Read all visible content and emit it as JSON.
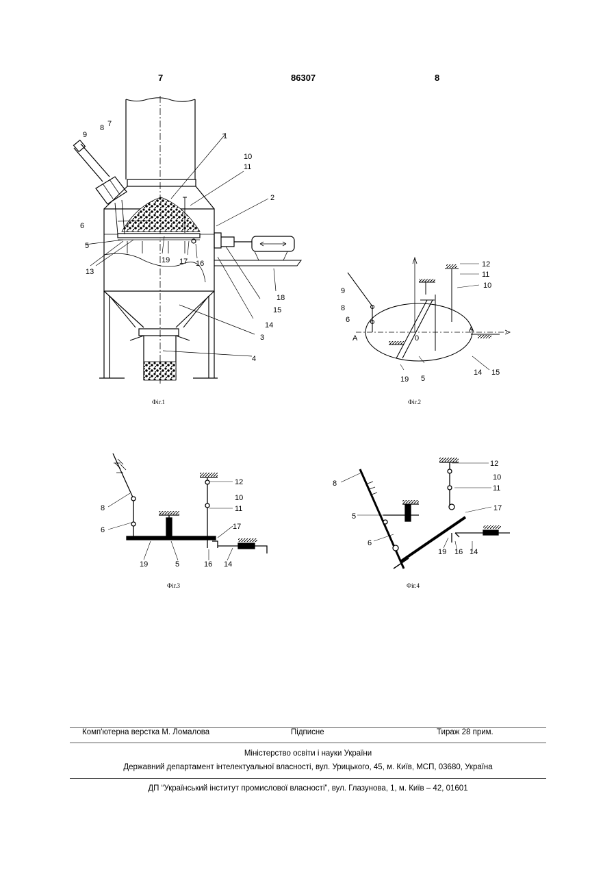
{
  "header": {
    "left_page": "7",
    "patent_number": "86307",
    "right_page": "8"
  },
  "figures": [
    {
      "caption": "Фіг.1",
      "labels": [
        "1",
        "2",
        "3",
        "4",
        "5",
        "6",
        "7",
        "8",
        "9",
        "10",
        "11",
        "13",
        "14",
        "15",
        "16",
        "17",
        "18",
        "19"
      ]
    },
    {
      "caption": "Фіг.2",
      "labels": [
        "5",
        "6",
        "8",
        "9",
        "10",
        "11",
        "12",
        "14",
        "15",
        "19",
        "A",
        "A",
        "0"
      ]
    },
    {
      "caption": "Фіг.3",
      "labels": [
        "5",
        "6",
        "8",
        "10",
        "11",
        "12",
        "14",
        "16",
        "17",
        "19"
      ]
    },
    {
      "caption": "Фіг.4",
      "labels": [
        "5",
        "6",
        "8",
        "10",
        "11",
        "12",
        "14",
        "16",
        "17",
        "19"
      ]
    }
  ],
  "footer": {
    "layout": "Комп'ютерна верстка М. Ломалова",
    "signed": "Підписне",
    "circulation": "Тираж 28 прим.",
    "ministry": "Міністерство освіти і науки України",
    "department": "Державний департамент інтелектуальної власності, вул. Урицького, 45, м. Київ, МСП, 03680, Україна",
    "institute": "ДП “Український інститут промислової власності”, вул. Глазунова, 1, м. Київ – 42, 01601"
  }
}
